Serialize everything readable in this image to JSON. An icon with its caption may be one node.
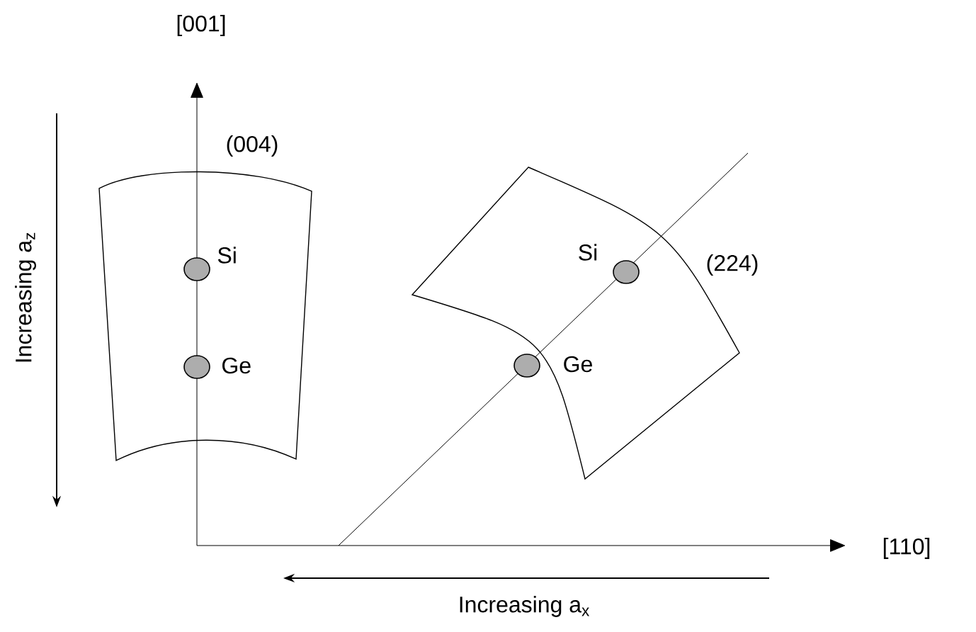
{
  "diagram": {
    "nodes": [
      {
        "text": [
          "(004)"
        ]
      },
      {
        "text": [],
        "shape": "circle",
        "beside": [
          "Si"
        ],
        "in": 0
      },
      {
        "text": [],
        "shape": "circle",
        "beside": [
          "Ge"
        ],
        "in": 0
      },
      {
        "text": [
          "(224)"
        ]
      },
      {
        "text": [],
        "shape": "circle",
        "beside": [
          "Si"
        ],
        "in": 3
      },
      {
        "text": [],
        "shape": "circle",
        "beside": [
          "Ge"
        ],
        "in": 3
      }
    ],
    "labels": [
      "[001]",
      "Increasing a$_{z}$",
      "[110]",
      "Increasing a$_{x}$"
    ]
  }
}
